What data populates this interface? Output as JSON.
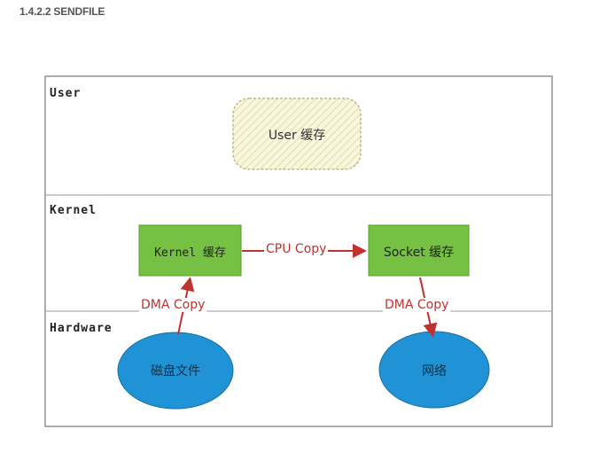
{
  "heading": "1.4.2.2 SENDFILE",
  "layers": {
    "user": "User",
    "kernel": "Kernel",
    "hardware": "Hardware"
  },
  "nodes": {
    "user_cache": "User 缓存",
    "kernel_cache": "Kernel 缓存",
    "socket_cache": "Socket 缓存",
    "disk_file": "磁盘文件",
    "network": "网络"
  },
  "edges": {
    "cpu_copy": "CPU Copy",
    "dma_copy_in": "DMA Copy",
    "dma_copy_out": "DMA Copy"
  },
  "colors": {
    "green_box": "#76c043",
    "green_border": "#5a9e32",
    "blue_ellipse": "#1f93d6",
    "arrow_red": "#c0322e",
    "hatch_fill": "#f7f4d6"
  }
}
